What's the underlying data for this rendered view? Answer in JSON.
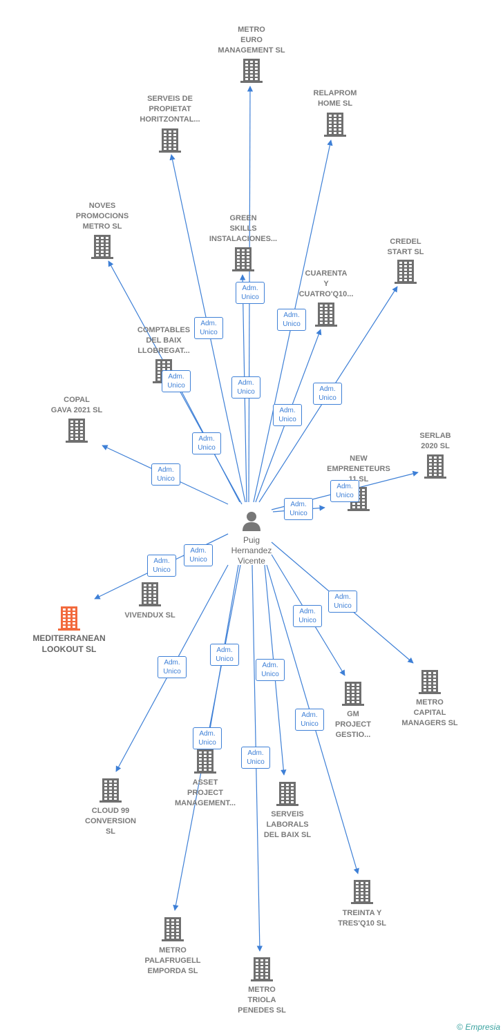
{
  "person": {
    "name_lines": [
      "Puig",
      "Hernandez",
      "Vicente"
    ]
  },
  "edge_label_lines": [
    "Adm.",
    "Unico"
  ],
  "colors": {
    "edge": "#3d7fd6",
    "building": "#6f6f6f",
    "focus_building": "#f26a3d"
  },
  "companies": [
    {
      "id": "metro-euro",
      "label": "METRO\nEURO\nMANAGEMENT SL",
      "focus": false
    },
    {
      "id": "relaprom",
      "label": "RELAPROM\nHOME SL",
      "focus": false
    },
    {
      "id": "serveis-propietat",
      "label": "SERVEIS DE\nPROPIETAT\nHORITZONTAL...",
      "focus": false
    },
    {
      "id": "noves-promocions",
      "label": "NOVES\nPROMOCIONS\nMETRO SL",
      "focus": false
    },
    {
      "id": "green-skills",
      "label": "GREEN\nSKILLS\nINSTALACIONES...",
      "focus": false
    },
    {
      "id": "credel",
      "label": "CREDEL\nSTART  SL",
      "focus": false
    },
    {
      "id": "cuarenta",
      "label": "CUARENTA\nY\nCUATRO'Q10...",
      "focus": false
    },
    {
      "id": "comptables",
      "label": "COMPTABLES\nDEL BAIX\nLLOBREGAT...",
      "focus": false
    },
    {
      "id": "copal",
      "label": "COPAL\nGAVA 2021  SL",
      "focus": false
    },
    {
      "id": "serlab",
      "label": "SERLAB\n2020  SL",
      "focus": false
    },
    {
      "id": "new-empreneteurs",
      "label": "NEW\nEMPRENETEURS\n11  SL",
      "focus": false
    },
    {
      "id": "vivendux",
      "label": "VIVENDUX SL",
      "focus": false
    },
    {
      "id": "mediterranean",
      "label": "MEDITERRANEAN\nLOOKOUT  SL",
      "focus": true
    },
    {
      "id": "metro-capital",
      "label": "METRO\nCAPITAL\nMANAGERS SL",
      "focus": false
    },
    {
      "id": "gm-project",
      "label": "GM\nPROJECT\nGESTIO...",
      "focus": false
    },
    {
      "id": "asset-project",
      "label": "ASSET\nPROJECT\nMANAGEMENT...",
      "focus": false
    },
    {
      "id": "cloud99",
      "label": "CLOUD 99\nCONVERSION\nSL",
      "focus": false
    },
    {
      "id": "serveis-laborals",
      "label": "SERVEIS\nLABORALS\nDEL BAIX SL",
      "focus": false
    },
    {
      "id": "treinta",
      "label": "TREINTA Y\nTRES'Q10  SL",
      "focus": false
    },
    {
      "id": "metro-palafrugell",
      "label": "METRO\nPALAFRUGELL\nEMPORDA SL",
      "focus": false
    },
    {
      "id": "metro-triola",
      "label": "METRO\nTRIOLA\nPENEDES SL",
      "focus": false
    }
  ],
  "footer": {
    "copyright": "©",
    "brand": "Empresia"
  }
}
